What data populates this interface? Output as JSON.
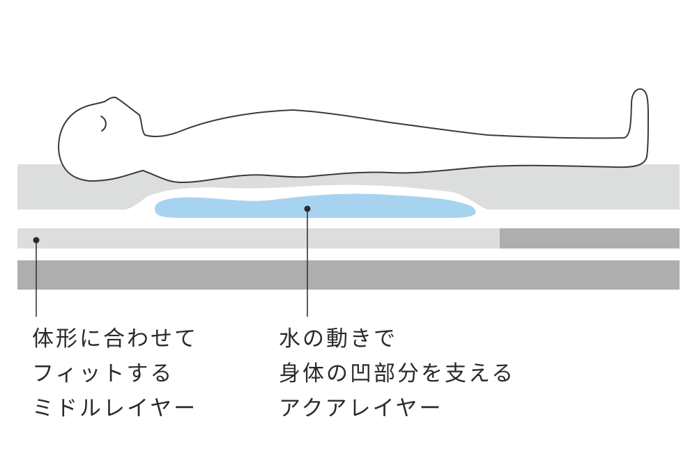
{
  "labels": {
    "middle_layer": {
      "lines": [
        "体形に合わせて",
        "フィットする",
        "ミドルレイヤー"
      ]
    },
    "aqua_layer": {
      "lines": [
        "水の動きで",
        "身体の凹部分を支える",
        "アクアレイヤー"
      ]
    }
  },
  "colors": {
    "top_layer": "#dcdddd",
    "middle_layer": "#dcdddd",
    "middle_layer_end": "#aeaeae",
    "base_layer": "#aeaeae",
    "aqua_layer": "#a8d3f0",
    "outline": "#3a3a3a",
    "leader_line": "#2a2a2a",
    "text": "#2a2a2a"
  }
}
